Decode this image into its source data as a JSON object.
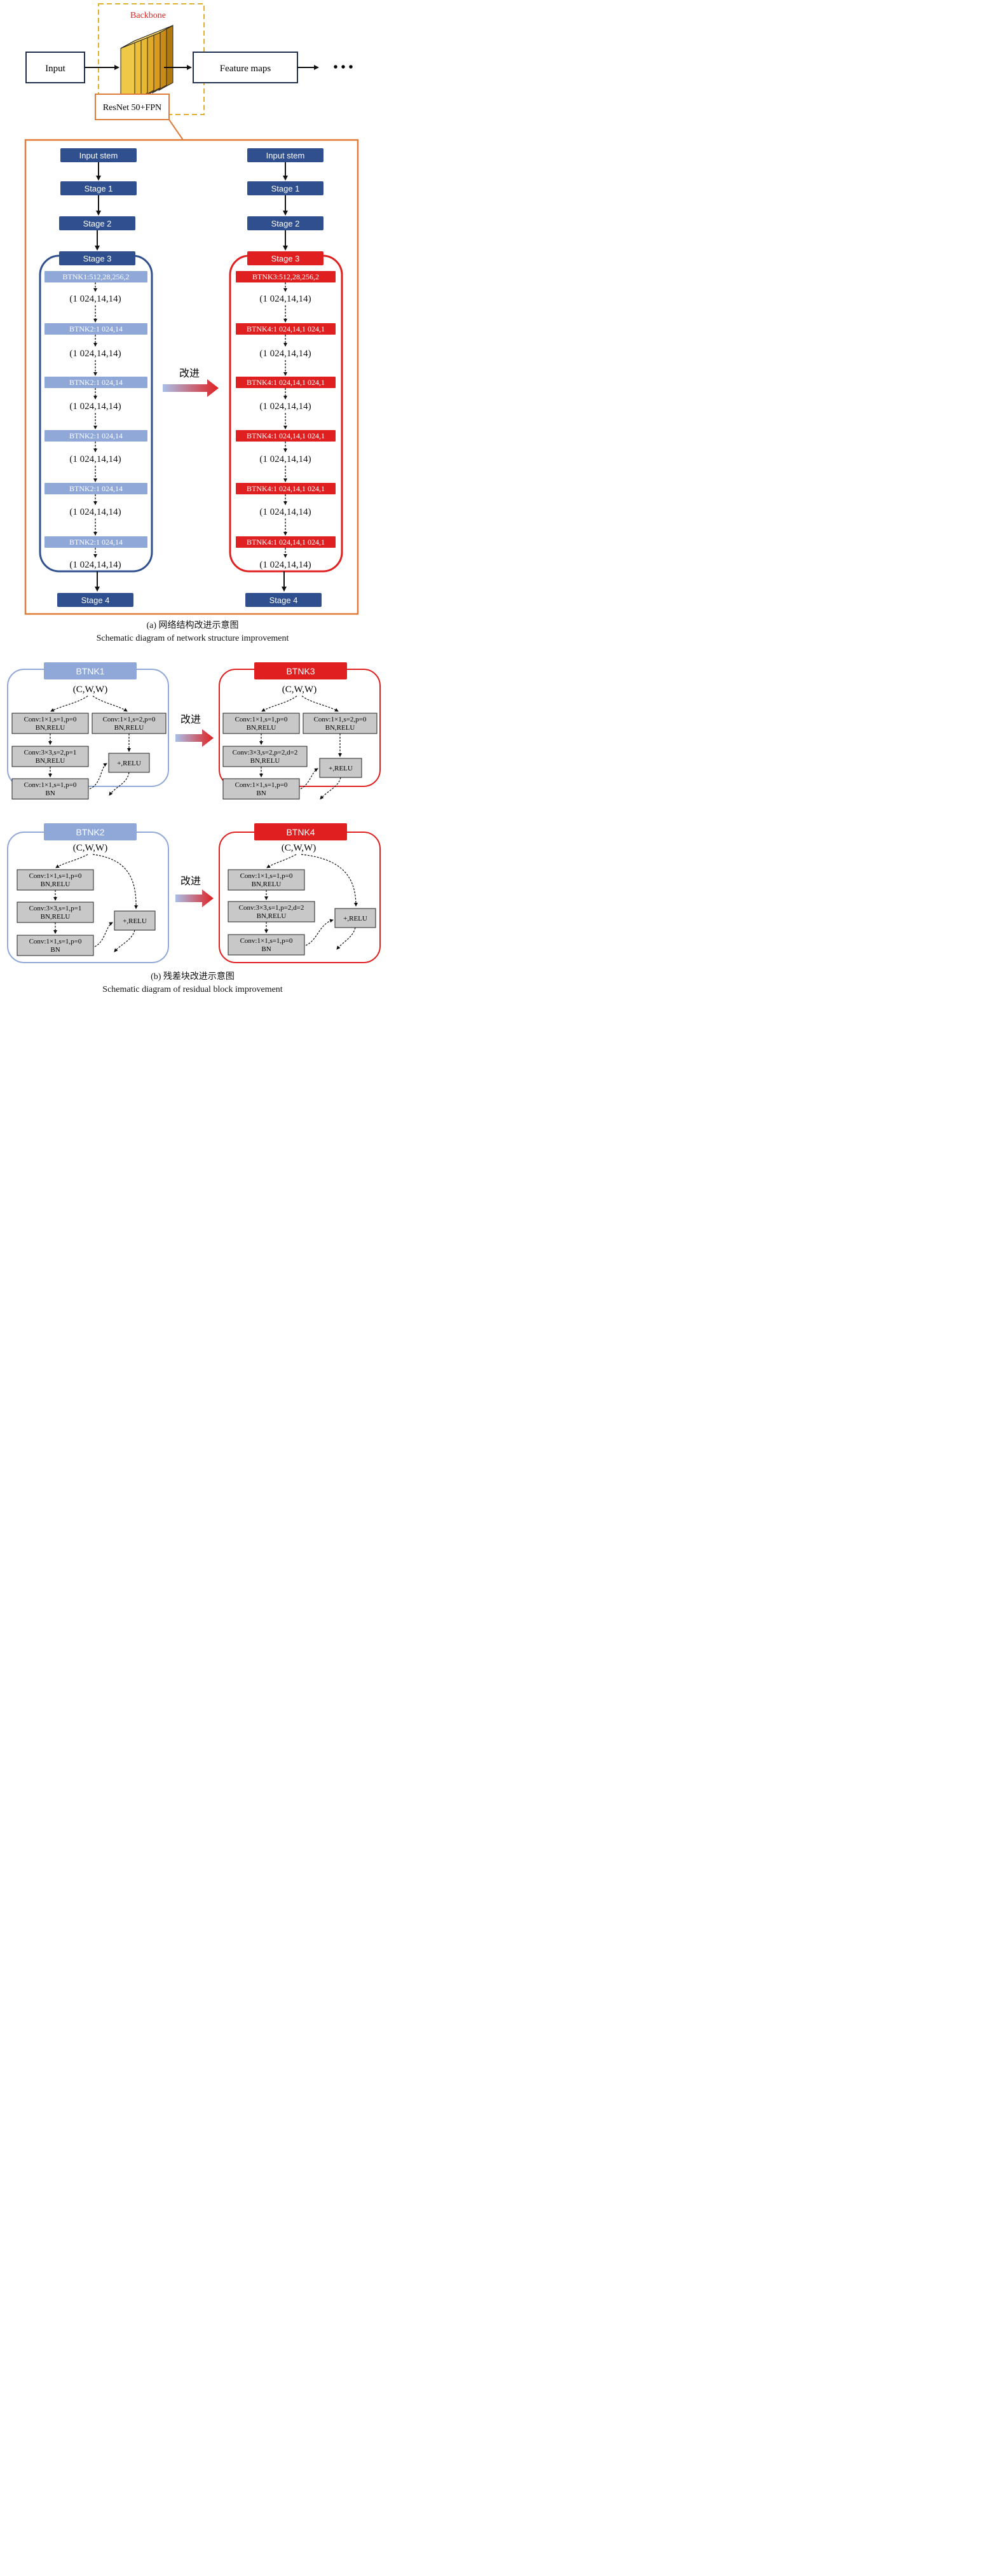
{
  "top": {
    "backbone_label": "Backbone",
    "input_label": "Input",
    "feature_maps_label": "Feature maps",
    "resnet_label": "ResNet 50+FPN",
    "ellipsis": "• • •"
  },
  "network": {
    "left": {
      "input_stem": "Input stem",
      "stage1": "Stage 1",
      "stage2": "Stage 2",
      "stage3": "Stage 3",
      "stage4": "Stage 4",
      "blocks": [
        "BTNK1:512,28,256,2",
        "BTNK2:1 024,14",
        "BTNK2:1 024,14",
        "BTNK2:1 024,14",
        "BTNK2:1 024,14",
        "BTNK2:1 024,14"
      ],
      "shapes": [
        "(1 024,14,14)",
        "(1 024,14,14)",
        "(1 024,14,14)",
        "(1 024,14,14)",
        "(1 024,14,14)",
        "(1 024,14,14)"
      ]
    },
    "right": {
      "input_stem": "Input stem",
      "stage1": "Stage 1",
      "stage2": "Stage 2",
      "stage3": "Stage 3",
      "stage4": "Stage 4",
      "blocks": [
        "BTNK3:512,28,256,2",
        "BTNK4:1 024,14,1 024,1",
        "BTNK4:1 024,14,1 024,1",
        "BTNK4:1 024,14,1 024,1",
        "BTNK4:1 024,14,1 024,1",
        "BTNK4:1 024,14,1 024,1"
      ],
      "shapes": [
        "(1 024,14,14)",
        "(1 024,14,14)",
        "(1 024,14,14)",
        "(1 024,14,14)",
        "(1 024,14,14)",
        "(1 024,14,14)"
      ]
    },
    "improve_label": "改进"
  },
  "caption_a": {
    "zh": "(a) 网络结构改进示意图",
    "en": "Schematic diagram of network structure improvement"
  },
  "blocks": {
    "btnk1": {
      "title": "BTNK1",
      "input": "(C,W,W)",
      "conv1": [
        "Conv:1×1,s=1,p=0",
        "BN,RELU"
      ],
      "conv2": [
        "Conv:3×3,s=2,p=1",
        "BN,RELU"
      ],
      "conv3": [
        "Conv:1×1,s=1,p=0",
        "BN"
      ],
      "shortcut": [
        "Conv:1×1,s=2,p=0",
        "BN,RELU"
      ],
      "add": "+,RELU"
    },
    "btnk3": {
      "title": "BTNK3",
      "input": "(C,W,W)",
      "conv1": [
        "Conv:1×1,s=1,p=0",
        "BN,RELU"
      ],
      "conv2": [
        "Conv:3×3,s=2,p=2,d=2",
        "BN,RELU"
      ],
      "conv3": [
        "Conv:1×1,s=1,p=0",
        "BN"
      ],
      "shortcut": [
        "Conv:1×1,s=2,p=0",
        "BN,RELU"
      ],
      "add": "+,RELU"
    },
    "btnk2": {
      "title": "BTNK2",
      "input": "(C,W,W)",
      "conv1": [
        "Conv:1×1,s=1,p=0",
        "BN,RELU"
      ],
      "conv2": [
        "Conv:3×3,s=1,p=1",
        "BN,RELU"
      ],
      "conv3": [
        "Conv:1×1,s=1,p=0",
        "BN"
      ],
      "add": "+,RELU"
    },
    "btnk4": {
      "title": "BTNK4",
      "input": "(C,W,W)",
      "conv1": [
        "Conv:1×1,s=1,p=0",
        "BN,RELU"
      ],
      "conv2": [
        "Conv:3×3,s=1,p=2,d=2",
        "BN,RELU"
      ],
      "conv3": [
        "Conv:1×1,s=1,p=0",
        "BN"
      ],
      "add": "+,RELU"
    },
    "improve_label": "改进"
  },
  "caption_b": {
    "zh": "(b) 残差块改进示意图",
    "en": "Schematic diagram of residual block improvement"
  },
  "colors": {
    "navy": "#2f4f8f",
    "light_blue": "#8fa8d8",
    "red": "#e02020",
    "orange": "#e07b39",
    "gold": "#e0b030",
    "dark_navy": "#1f2f4f",
    "gray_box": "#c8c8c8"
  }
}
